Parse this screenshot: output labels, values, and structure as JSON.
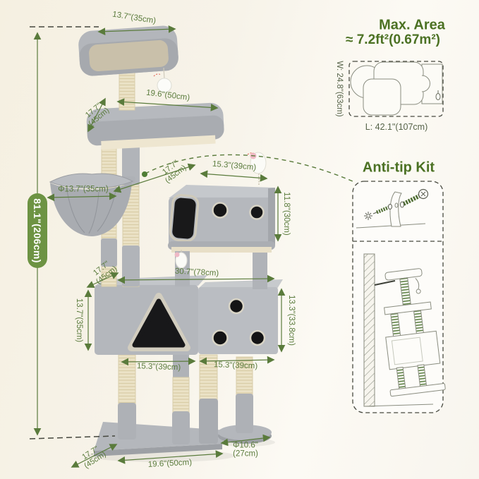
{
  "colors": {
    "annotation_green": "#5a7b3c",
    "title_green": "#4b7123",
    "pill_green": "#6d9343"
  },
  "dims": {
    "top_width": "13.7\"(35cm)",
    "total_height": "81.1\"(206cm)",
    "depth_45_l1": "17.7\"",
    "depth_45_l2": "(45cm)",
    "tier2_width": "19.6\"(50cm)",
    "basket_diameter": "Φ13.7\"(35cm)",
    "upper_condo_width": "15.3\"(39cm)",
    "upper_condo_height": "11.8\"(30cm)",
    "lower_condo_width": "30.7\"(78cm)",
    "lower_condo_height_left": "13.7\"(35cm)",
    "lower_condo_height_right": "13.3\"(33.8cm)",
    "post_span_left": "15.3\"(39cm)",
    "post_span_right": "15.3\"(39cm)",
    "base_width": "19.6\"(50cm)",
    "round_base_diameter_l1": "Φ10.6\"",
    "round_base_diameter_l2": "(27cm)"
  },
  "max_area": {
    "title": "Max. Area",
    "value": "≈ 7.2ft²(0.67m²)",
    "width_label": "W: 24.8\"(63cm)",
    "length_label": "L: 42.1\"(107cm)"
  },
  "anti_tip": {
    "title": "Anti-tip Kit"
  }
}
